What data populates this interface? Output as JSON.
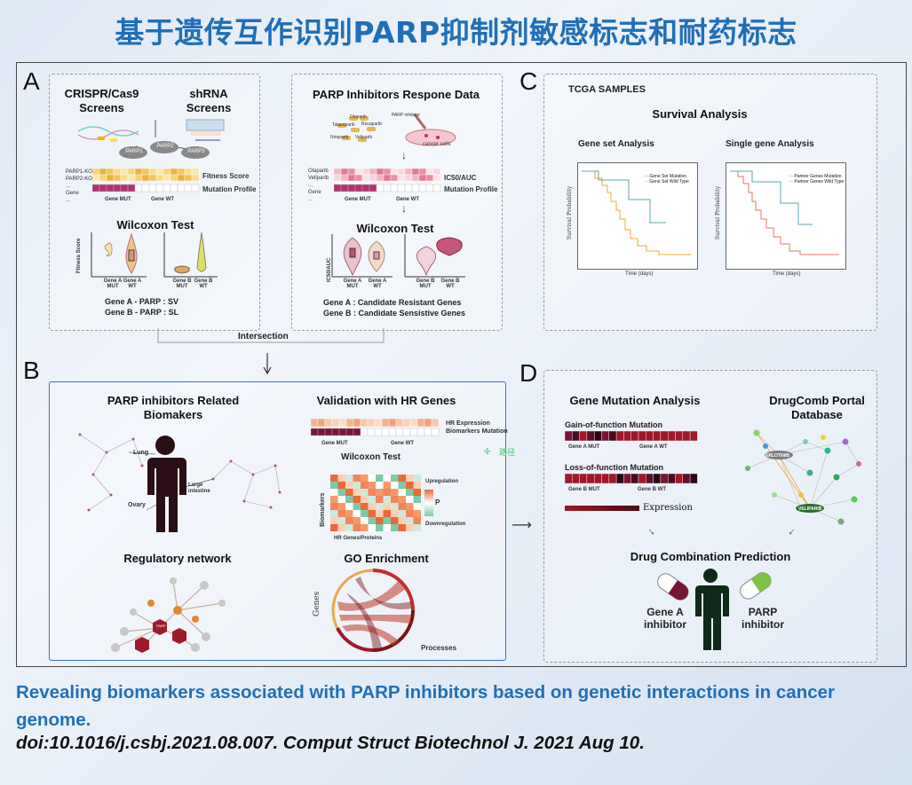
{
  "title": "基于遗传互作识别PARP抑制剂敏感标志和耐药标志",
  "panels": {
    "A": {
      "letter": "A",
      "crispr": "CRISPR/Cas9\nScreens",
      "shrna": "shRNA\nScreens",
      "parp1": "PARP1",
      "parp2": "PARP2",
      "parp3": "PARP3",
      "rows_left": [
        "PARP1-KO",
        "PARP2-KO",
        "...",
        "Gene",
        "..."
      ],
      "fitness_score": "Fitness Score",
      "mutation_profile": "Mutation Profile",
      "gene_mut": "Gene MUT",
      "gene_wt": "Gene WT",
      "wilcoxon": "Wilcoxon Test",
      "fitness_axis": "Fitness Score",
      "violin_labels": [
        "Gene A\nMUT",
        "Gene A\nWT",
        "Gene B\nMUT",
        "Gene B\nWT"
      ],
      "result1": "Gene A - PARP : SV",
      "result2": "Gene B - PARP : SL",
      "drug_title": "PARP Inhibitors Respone Data",
      "drugs": [
        "Olaparib",
        "Talazoparib",
        "Rucaparib",
        "Niraparib",
        "Veliparib"
      ],
      "parp_inhibitor": "PARP inhibitor",
      "cancer_cells": "cancer cells",
      "rows_right": [
        "Olaparib",
        "Veliparib",
        "...",
        "Gene",
        "..."
      ],
      "ic50": "IC50/AUC",
      "mutation_profile2": "Mutation Profile",
      "wilcoxon2": "Wilcoxon Test",
      "ic50_axis": "IC50/AUC",
      "result3": "Gene A : Candidate Resistant Genes",
      "result4": "Gene B : Candidate Sensistive Genes",
      "intersection": "Intersection"
    },
    "C": {
      "letter": "C",
      "tcga": "TCGA SAMPLES",
      "survival": "Survival Analysis",
      "gene_set": "Gene set Analysis",
      "single_gene": "Single gene Analysis",
      "km1_legend": [
        "Gene Set Mutation",
        "Gene Set Wild Type"
      ],
      "km2_legend": [
        "Partner Genes Mutation",
        "Partner Genes Wild Type"
      ],
      "ylabel": "Survival Probability",
      "xlabel": "Time (days)"
    },
    "B": {
      "letter": "B",
      "biomarkers": "PARP inhibitors Related\nBiomakers",
      "lung": "Lung",
      "large_intestine": "Large\nintestine",
      "ovary": "Ovary",
      "regulatory": "Regulatory network",
      "validation": "Validation with HR Genes",
      "hr_expression": "HR Expression",
      "biomarkers_mutation": "Biomarkers Mutation",
      "gene_mut": "Gene MUT",
      "gene_wt": "Gene WT",
      "wilcoxon": "Wilcoxon  Test",
      "upregulation": "Upregulation",
      "p": "P",
      "downregulation": "Downregulation",
      "biomarkers_axis": "Biomarkers",
      "hr_genes": "HR Genes/Proteins",
      "pathway": "路径",
      "go": "GO Enrichment",
      "genes": "Genes",
      "processes": "Processes",
      "parp_node": "PARP"
    },
    "D": {
      "letter": "D",
      "gene_mutation": "Gene Mutation Analysis",
      "gain": "Gain-of-function Mutation",
      "gain_a_mut": "Gene A  MUT",
      "gain_a_wt": "Gene A  WT",
      "loss": "Loss-of-function Mutation",
      "loss_b_mut": "Gene B MUT",
      "loss_b_wt": "Gene B WT",
      "expression": "Expression",
      "drugcomb": "DrugComb Portal\nDatabase",
      "erlotinib": "ERLOTINIB",
      "veliparib": "VELIPARIB",
      "prediction": "Drug Combination Prediction",
      "gene_a_inhibitor": "Gene A\ninhibitor",
      "parp_inhibitor": "PARP\ninhibitor"
    }
  },
  "caption_line1": "Revealing biomarkers associated with PARP inhibitors based on genetic interactions in cancer genome.",
  "caption_line2": "doi:10.1016/j.csbj.2021.08.007. Comput Struct Biotechnol J. 2021 Aug 10.",
  "colors": {
    "title_blue": "#1f6fb8",
    "panel_b_border": "#3b6fc0",
    "km_orange": "#f0a830",
    "km_teal": "#5aa9b0",
    "heat_red": "#a0182c"
  }
}
